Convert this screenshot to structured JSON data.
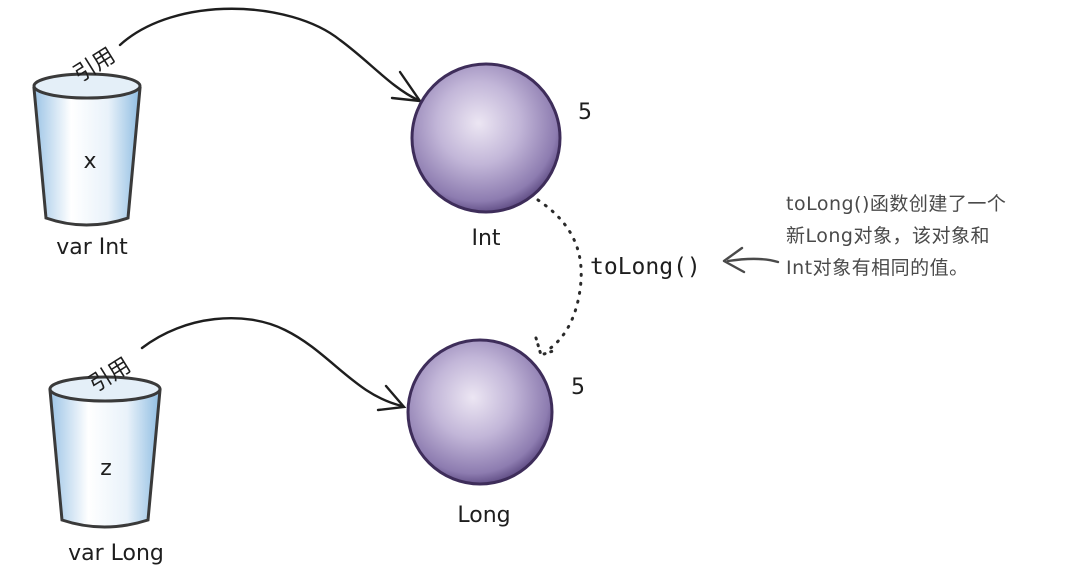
{
  "variables": [
    {
      "name": "x",
      "type_label": "var Int",
      "ref_label": "引用"
    },
    {
      "name": "z",
      "type_label": "var Long",
      "ref_label": "引用"
    }
  ],
  "objects": [
    {
      "type_label": "Int",
      "value": "5"
    },
    {
      "type_label": "Long",
      "value": "5"
    }
  ],
  "conversion_label": "toLong()",
  "annotation": {
    "lines": [
      "toLong()函数创建了一个",
      "新Long对象，该对象和",
      "Int对象有相同的值。"
    ]
  },
  "colors": {
    "cup_fill": "#cfe3f3",
    "cup_highlight": "#ffffff",
    "sphere_fill": "#a595c4",
    "sphere_highlight": "#ddd3ea",
    "sphere_edge": "#3e2d5a",
    "annotation_text": "#4a4a4a"
  }
}
